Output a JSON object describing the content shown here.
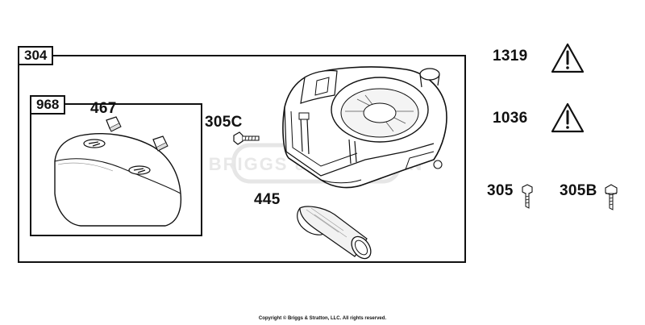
{
  "diagram": {
    "outer_box_label": "304",
    "inner_box_label": "968",
    "callouts": {
      "clip": "467",
      "screw_305c": "305C",
      "screen": "445",
      "warning_1": "1319",
      "warning_2": "1036",
      "screw_305": "305",
      "screw_305b": "305B"
    },
    "icons": {
      "warning": "warning-triangle-icon"
    },
    "watermark": "BRIGGS & STRATTON",
    "copyright": "Copyright © Briggs & Stratton, LLC. All rights reserved."
  }
}
